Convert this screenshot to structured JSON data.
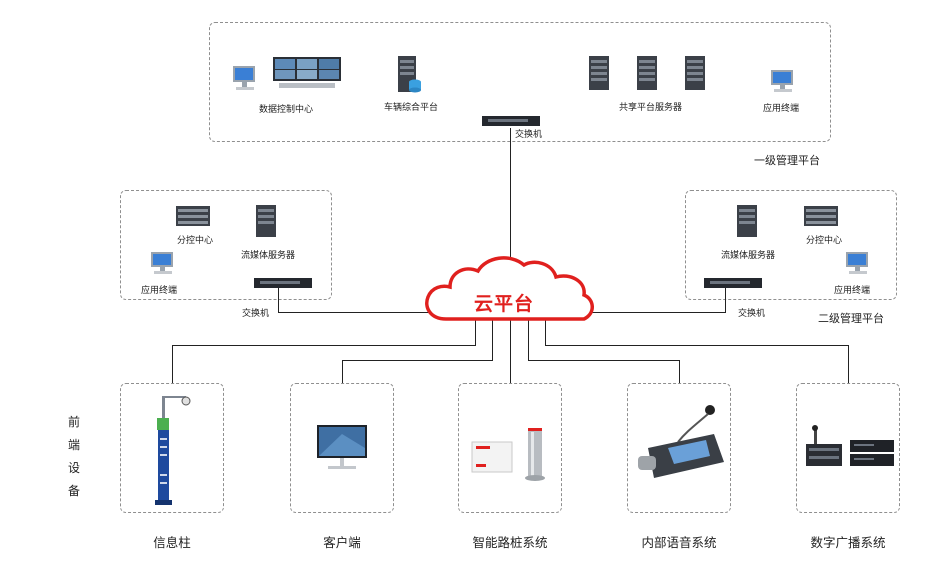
{
  "level1": {
    "title": "一级管理平台",
    "items": {
      "data_center": "数据控制中心",
      "vehicle_platform": "车辆综合平台",
      "shared_servers": "共享平台服务器",
      "terminal": "应用终端",
      "switch": "交换机"
    }
  },
  "level2": {
    "title": "二级管理平台",
    "left": {
      "branch": "分控中心",
      "media_server": "流媒体服务器",
      "terminal": "应用终端",
      "switch": "交换机"
    },
    "right": {
      "media_server": "流媒体服务器",
      "branch": "分控中心",
      "terminal": "应用终端",
      "switch": "交换机"
    }
  },
  "cloud": {
    "label": "云平台"
  },
  "frontend": {
    "label": "前端设备",
    "chars": [
      "前",
      "端",
      "设",
      "备"
    ],
    "devices": [
      "信息柱",
      "客户端",
      "智能路桩系统",
      "内部语音系统",
      "数字广播系统"
    ]
  },
  "colors": {
    "cloud": "#e0201e",
    "line": "#222222",
    "border": "#8f8f8f"
  }
}
